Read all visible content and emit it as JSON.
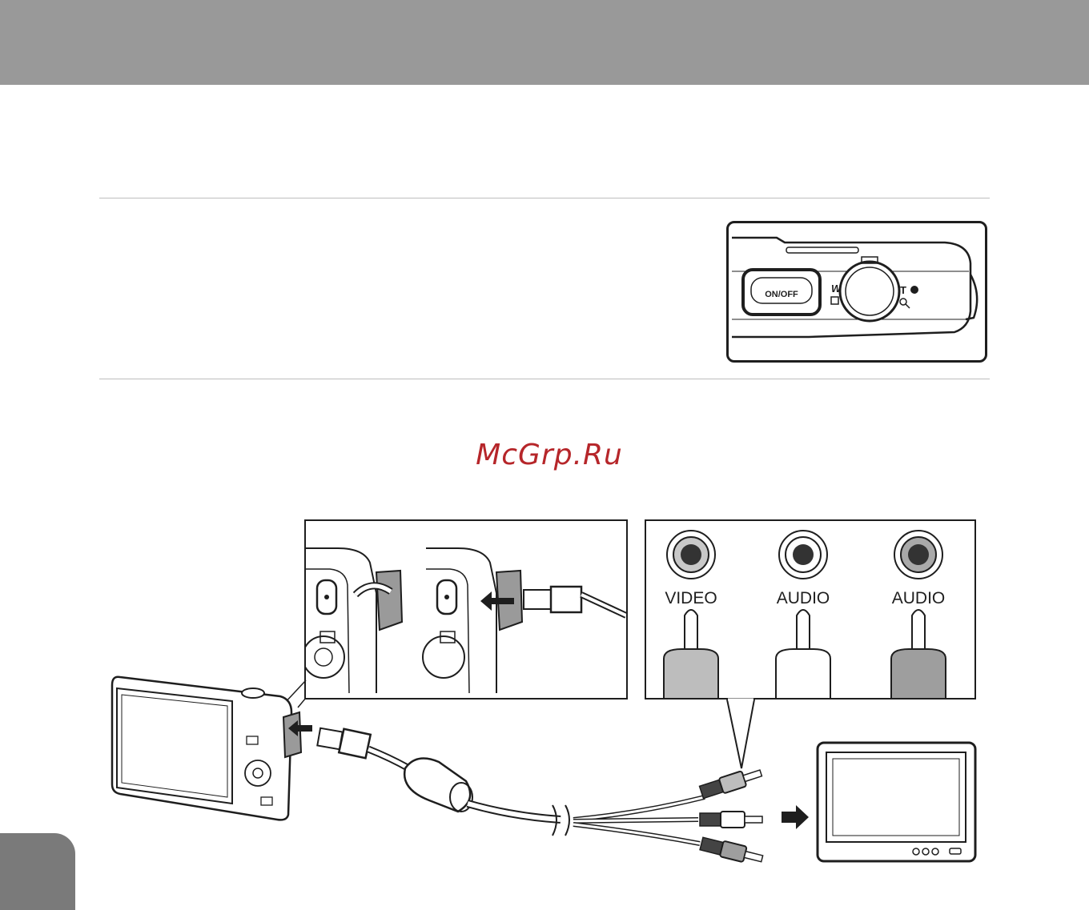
{
  "power_illustration": {
    "button_label": "ON/OFF",
    "zoom_wide_label": "W",
    "zoom_tele_label": "T"
  },
  "watermark": "McGrp.Ru",
  "av_jacks": [
    {
      "label": "VIDEO",
      "plug_color": "#bdbdbd",
      "ring_color": "#c8c8c8"
    },
    {
      "label": "AUDIO",
      "plug_color": "#ffffff",
      "ring_color": "#ffffff"
    },
    {
      "label": "AUDIO",
      "plug_color": "#9e9e9e",
      "ring_color": "#a9a9a9"
    }
  ],
  "colors": {
    "header": "#999999",
    "side_tab": "#7a7a7a",
    "watermark": "#b6262a",
    "line": "#1e1e1e"
  }
}
